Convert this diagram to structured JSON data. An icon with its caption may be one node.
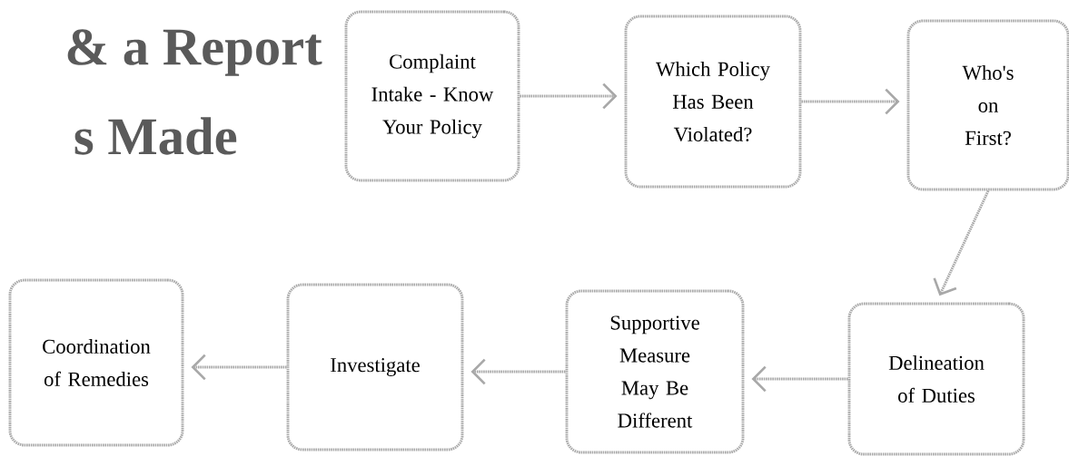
{
  "diagram": {
    "nodes": [
      {
        "text": [
          "Complaint Intake - Know Your Policy"
        ]
      },
      {
        "text": [
          "Which Policy Has Been Violated?"
        ]
      },
      {
        "text": [
          "Who's on First?"
        ]
      },
      {
        "text": [
          "Delineation of Duties"
        ]
      },
      {
        "text": [
          "Supportive Measure May Be Different"
        ]
      },
      {
        "text": [
          "Investigate"
        ]
      },
      {
        "text": [
          "Coordination of Remedies"
        ]
      }
    ],
    "edges": [
      {
        "from": 0,
        "to": 1,
        "arrow": "to"
      },
      {
        "from": 1,
        "to": 2,
        "arrow": "to"
      },
      {
        "from": 2,
        "to": 3,
        "arrow": "to"
      },
      {
        "from": 3,
        "to": 4,
        "arrow": "to"
      },
      {
        "from": 4,
        "to": 5,
        "arrow": "to"
      },
      {
        "from": 5,
        "to": 6,
        "arrow": "to"
      }
    ],
    "labels": [
      "& a Report",
      "s Made"
    ]
  }
}
